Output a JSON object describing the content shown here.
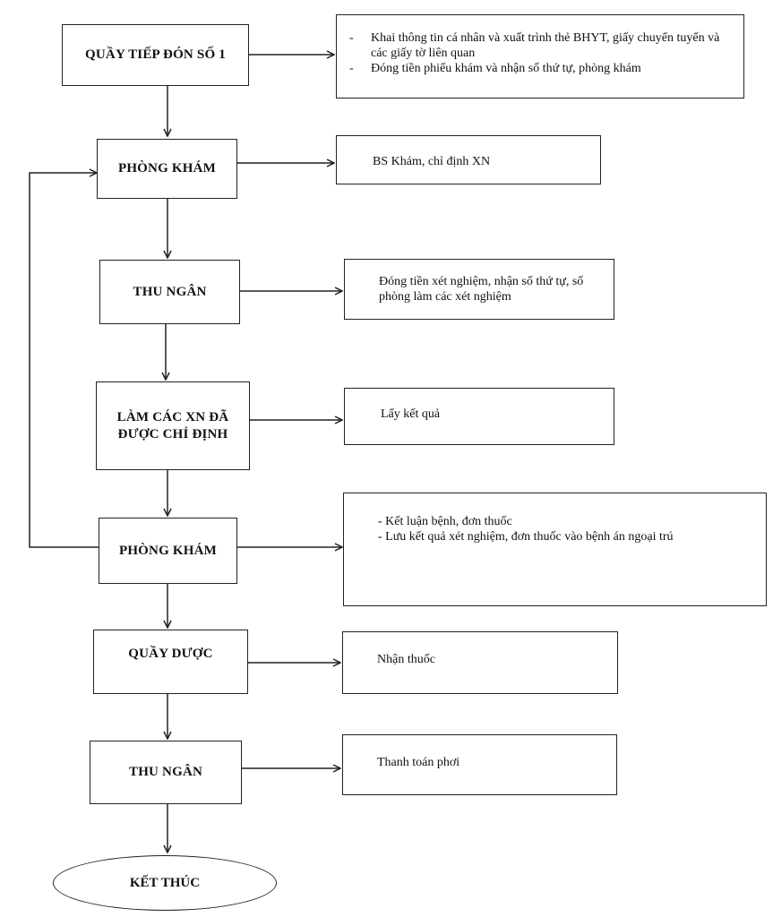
{
  "steps": [
    {
      "label": "QUẦY TIẾP ĐÓN SỐ 1"
    },
    {
      "label": "PHÒNG KHÁM"
    },
    {
      "label": "THU NGÂN"
    },
    {
      "label": "LÀM CÁC XN ĐÃ ĐƯỢC CHỈ ĐỊNH"
    },
    {
      "label": "PHÒNG KHÁM"
    },
    {
      "label": "QUẦY DƯỢC"
    },
    {
      "label": "THU NGÂN"
    }
  ],
  "end": {
    "label": "KẾT THÚC"
  },
  "notes": {
    "n1": [
      "Khai thông tin cá nhân và xuất trình thẻ BHYT, giấy chuyển tuyến và các giấy tờ liên quan",
      "Đóng tiền phiếu khám và nhận  số thứ tự, phòng khám"
    ],
    "n2": "BS Khám, chỉ định XN",
    "n3": "Đóng tiền xét nghiệm, nhận số thứ tự, số phòng làm các xét nghiệm",
    "n4": "Lấy kết quả",
    "n5": [
      "- Kết luận bệnh, đơn thuốc",
      "- Lưu kết quả xét nghiệm, đơn thuốc vào bệnh án ngoại trú"
    ],
    "n6": "Nhận thuốc",
    "n7": "Thanh toán phơi"
  }
}
